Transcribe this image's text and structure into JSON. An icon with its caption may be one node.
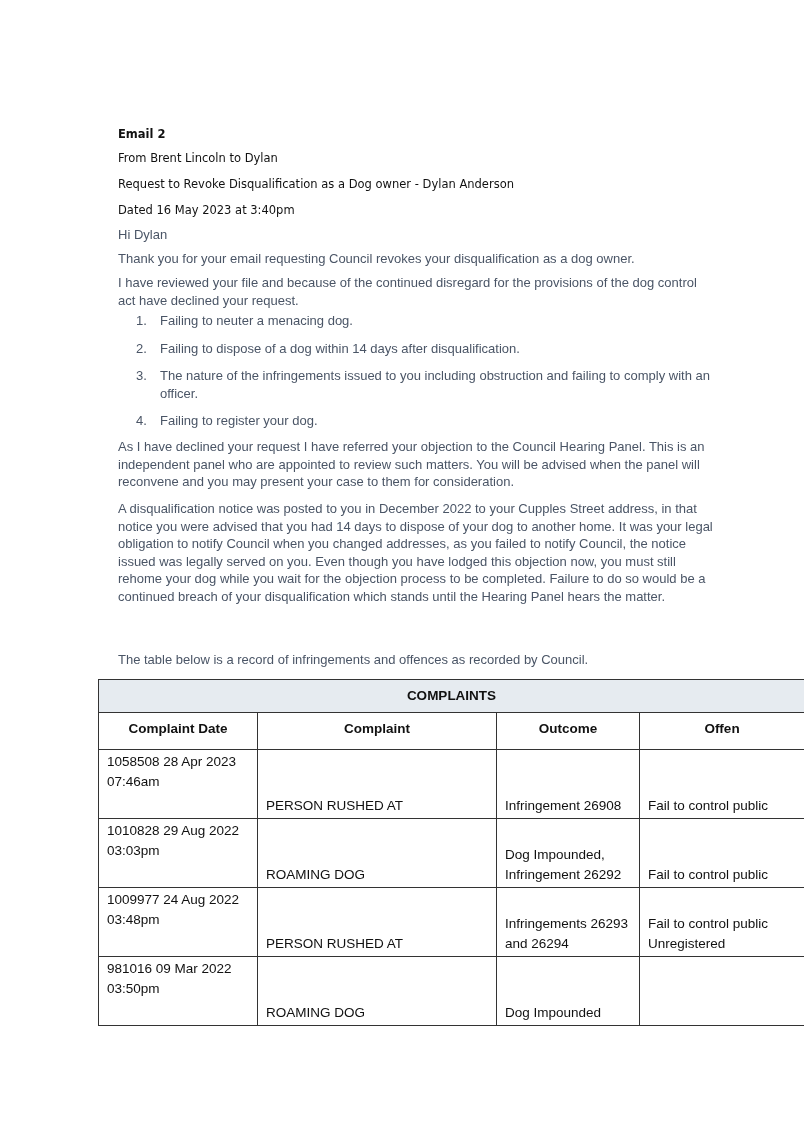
{
  "diagram": {
    "labels": [
      "Email 2",
      "From Brent Lincoln to Dylan",
      "Request to Revoke Disqualification as a Dog owner - Dylan Anderson",
      "Dated 16 May 2023 at 3:40pm",
      "Hi Dylan",
      "Thank you for your email requesting Council revokes your disqualification as a dog owner.",
      "I have reviewed your file and because of the continued disregard for the provisions of the dog control act have declined your request.",
      "1.",
      "Failing to neuter a menacing dog.",
      "2.",
      "Failing to dispose of a dog within 14 days after disqualification.",
      "3.",
      "The nature of the infringements issued to you including obstruction and failing to comply with an officer.",
      "4.",
      "Failing to register your dog.",
      "As I have declined your request I have referred your objection to the Council Hearing Panel. This is an independent panel who are appointed to review such matters. You will be advised when the panel will reconvene and you may present your case to them for consideration.",
      "A disqualification notice was posted to you in December 2022 to your Cupples Street address, in that notice you were advised that you had 14 days to dispose of your dog to another home. It was your legal obligation to notify Council when you changed addresses, as you failed to notify Council, the notice issued was legally served on you. Even though you have lodged this objection now, you must still rehome your dog while you wait for the objection process to be completed. Failure to do so would be a continued breach of your disqualification which stands until the Hearing Panel hears the matter.",
      "The table below is a record of infringements and offences as recorded by Council.",
      "COMPLAINTS",
      "Complaint Date",
      "Complaint",
      "Outcome",
      "Offen",
      "1058508 28 Apr 2023 07:46am",
      "PERSON RUSHED AT",
      "Infringement 26908",
      "Fail to control public",
      "1010828 29 Aug 2022 03:03pm",
      "ROAMING DOG",
      "Dog Impounded, Infringement 26292",
      "Fail to control public",
      "1009977 24 Aug 2022 03:48pm",
      "PERSON RUSHED AT",
      "Infringements 26293 and 26294",
      "Fail to control public Unregistered",
      "981016 09 Mar 2022 03:50pm",
      "ROAMING DOG",
      "Dog Impounded"
    ]
  }
}
